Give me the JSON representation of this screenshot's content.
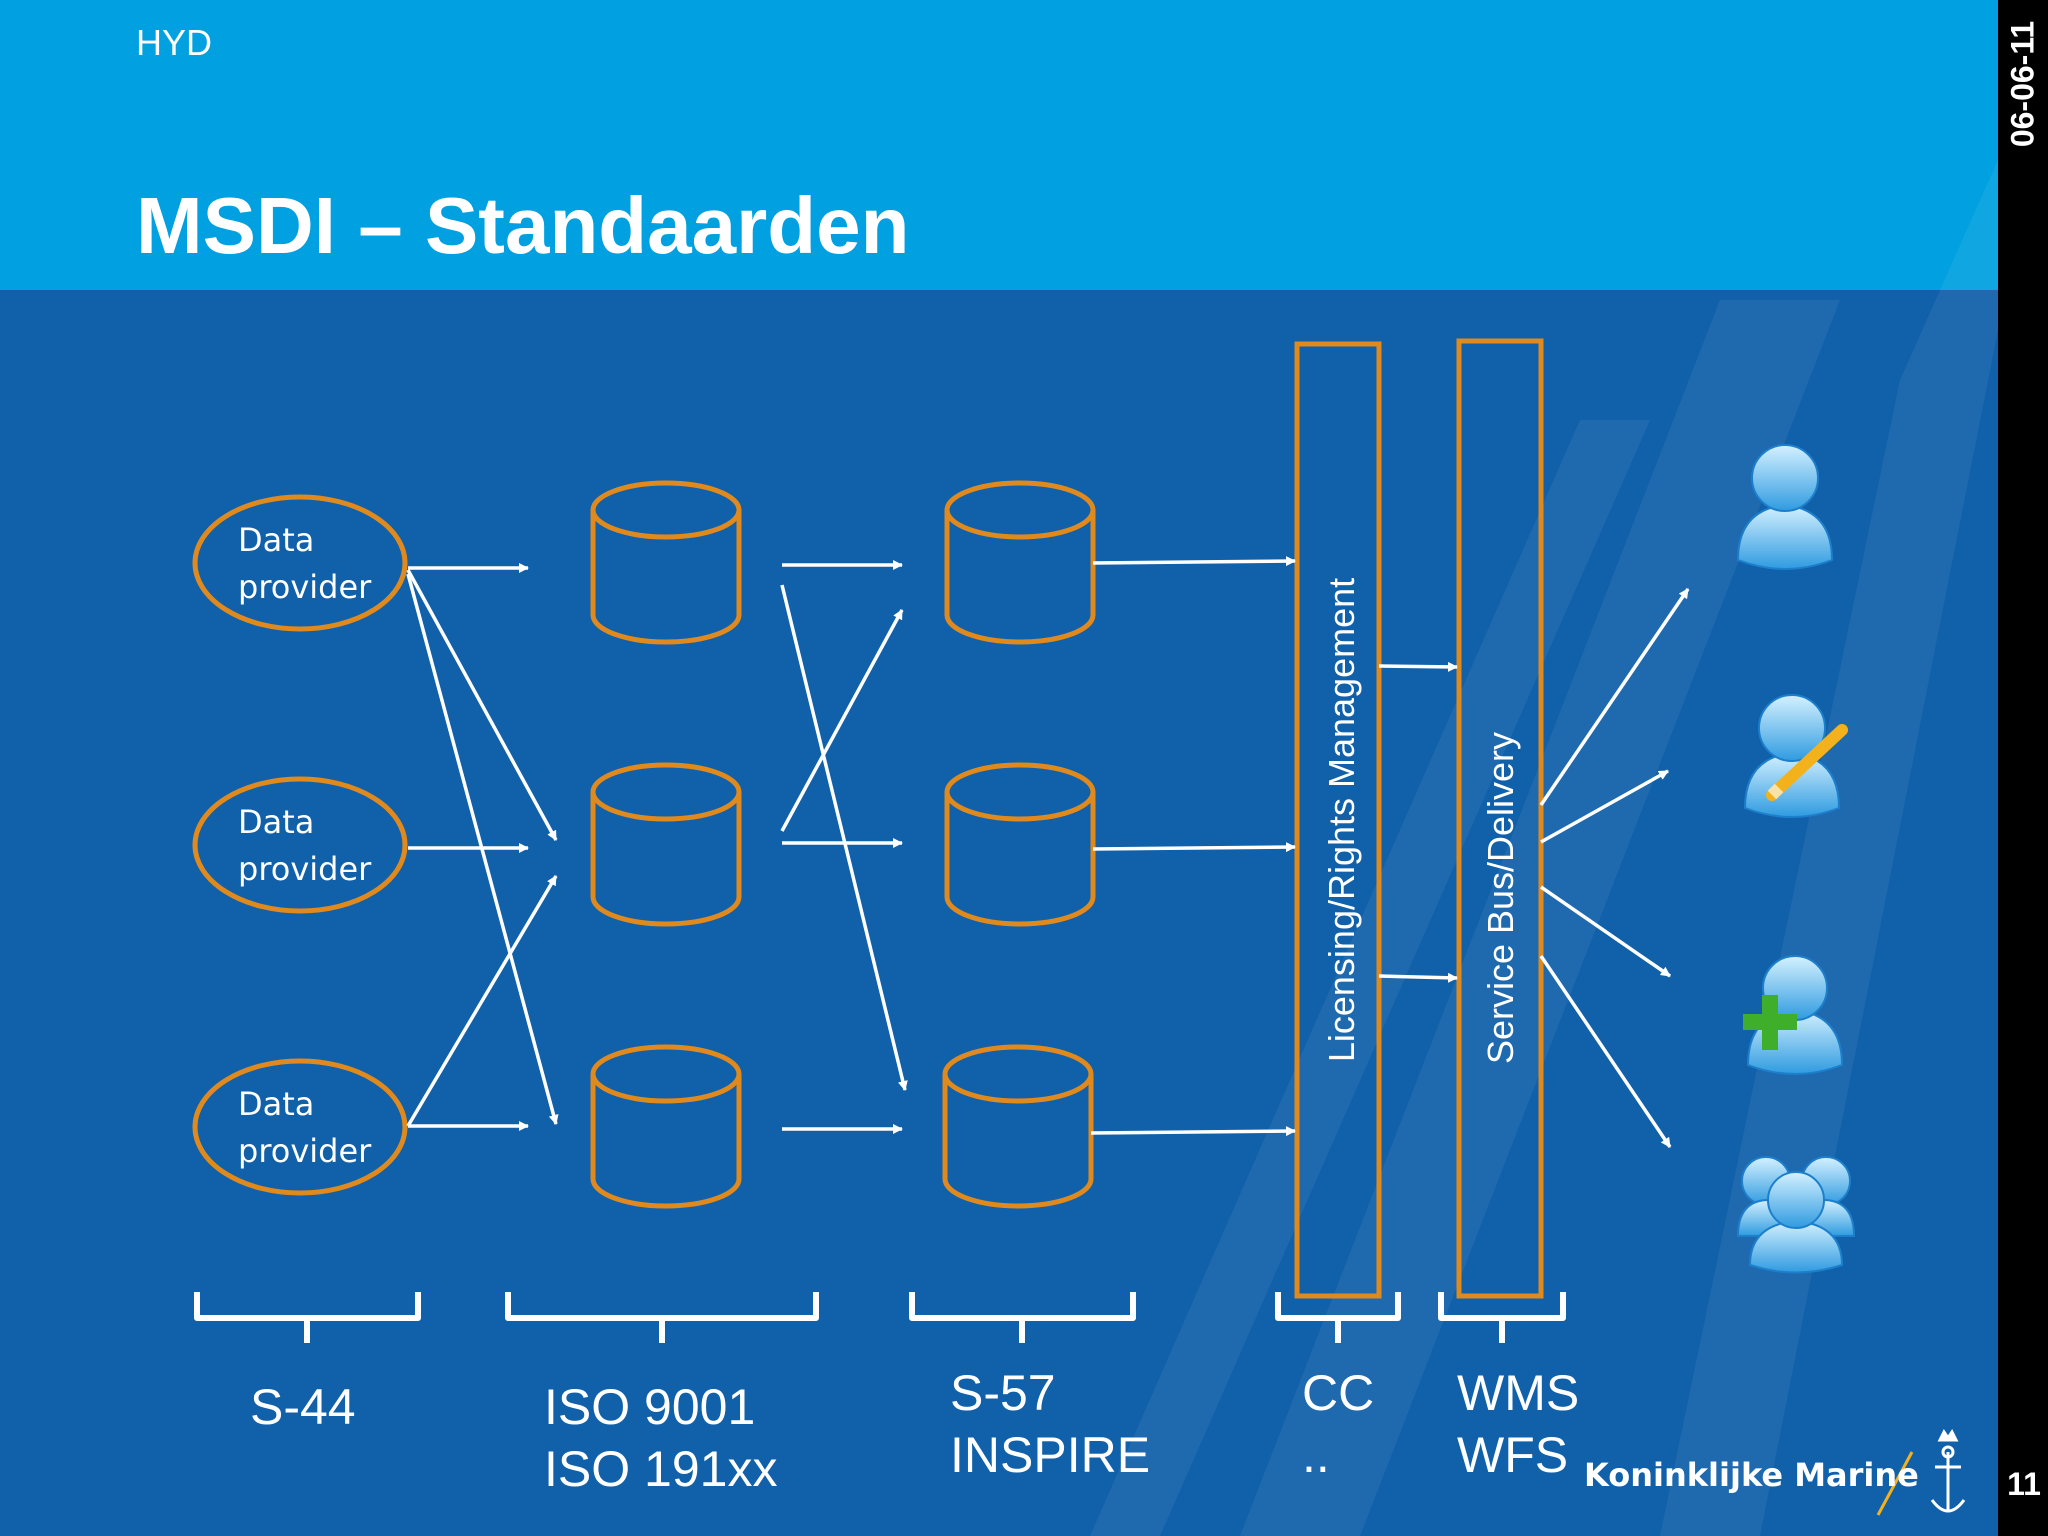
{
  "header": {
    "section": "HYD",
    "title": "MSDI – Standaarden"
  },
  "sidebar": {
    "date": "06-06-11",
    "page": "11"
  },
  "providers": [
    {
      "line1": "Data",
      "line2": "provider"
    },
    {
      "line1": "Data",
      "line2": "provider"
    },
    {
      "line1": "Data",
      "line2": "provider"
    }
  ],
  "bars": {
    "licensing": "Licensing/Rights Management",
    "service": "Service Bus/Delivery"
  },
  "standards": {
    "s44": "S-44",
    "iso": "ISO 9001\nISO 191xx",
    "s57": "S-57\nINSPIRE",
    "cc": "CC\n..",
    "wms": "WMS\nWFS"
  },
  "footer": {
    "brand": "Koninklijke Marine"
  },
  "users": [
    "user-icon",
    "user-edit-icon",
    "user-add-icon",
    "user-group-icon"
  ],
  "colors": {
    "header": "#01a1e1",
    "body": "#1160aa",
    "accent": "#e08a1e",
    "sidebar": "#000000"
  }
}
